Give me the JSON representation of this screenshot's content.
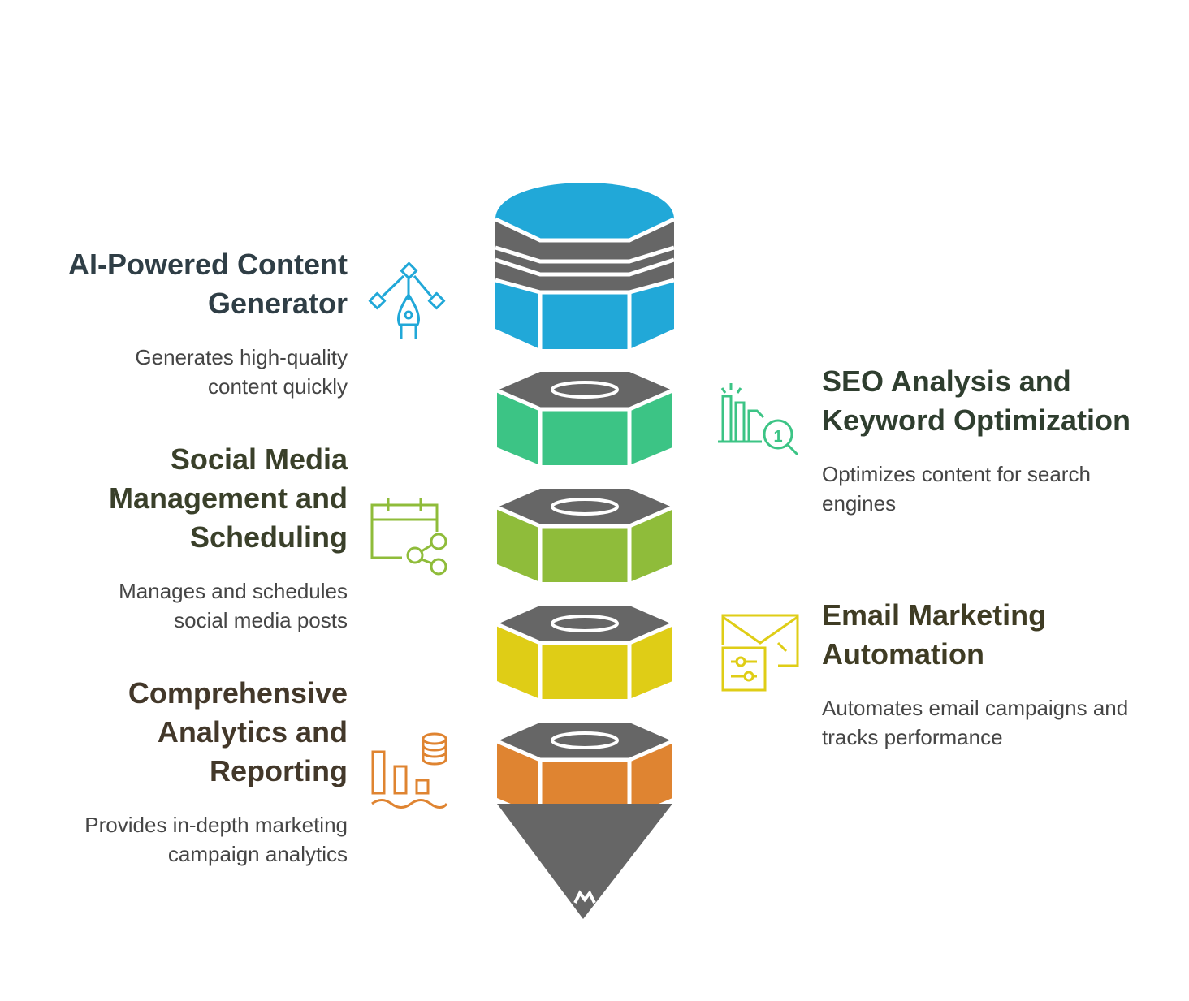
{
  "items": [
    {
      "title": "AI-Powered Content Generator",
      "description": "Generates high-quality content quickly",
      "color": "#21a8d8",
      "title_color": "#2f3e46",
      "icon": "pen-tool-icon"
    },
    {
      "title": "SEO Analysis and Keyword Optimization",
      "description": "Optimizes content for search engines",
      "color": "#3cc485",
      "title_color": "#2f3e2f",
      "icon": "bar-chart-search-icon"
    },
    {
      "title": "Social Media Management and Scheduling",
      "description": "Manages and schedules social media posts",
      "color": "#8fbc3a",
      "title_color": "#3a402a",
      "icon": "calendar-share-icon"
    },
    {
      "title": "Email Marketing Automation",
      "description": "Automates email campaigns and tracks performance",
      "color": "#dfcd16",
      "title_color": "#3f3c24",
      "icon": "email-settings-icon"
    },
    {
      "title": "Comprehensive Analytics and Reporting",
      "description": "Provides in-depth marketing campaign analytics",
      "color": "#df8431",
      "title_color": "#43382a",
      "icon": "analytics-database-icon"
    }
  ],
  "structure_color": "#666666"
}
